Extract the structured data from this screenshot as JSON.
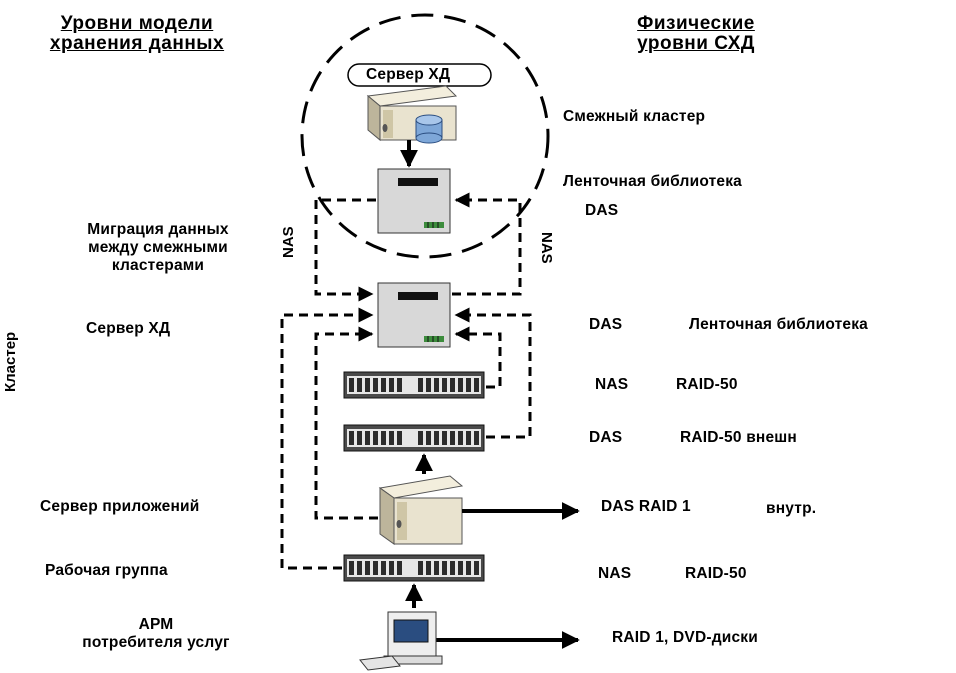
{
  "headers": {
    "left_line1": "Уровни модели",
    "left_line2": "хранения данных",
    "right_line1": "Физические",
    "right_line2": "уровни  СХД"
  },
  "top_server_label": "Сервер ХД",
  "left_labels": {
    "migration_line1": "Миграция данных",
    "migration_line2": "между смежными",
    "migration_line3": "кластерами",
    "storage_server": "Сервер ХД",
    "cluster": "Кластер",
    "app_server": "Сервер приложений",
    "workgroup": "Рабочая группа",
    "arm_line1": "АРМ",
    "arm_line2": "потребителя услуг"
  },
  "side_labels": {
    "nas_left": "NAS",
    "nas_right": "NAS"
  },
  "right_labels": {
    "adjacent_cluster": "Смежный кластер",
    "tape_library_top": "Ленточная библиотека",
    "das_top": "DAS",
    "das_row1": "DAS",
    "tape_library_row1": "Ленточная библиотека",
    "nas_row2": "NAS",
    "raid50_row2": "RAID-50",
    "das_row3": "DAS",
    "raid50_ext_row3": "RAID-50  внешн",
    "das_row4": "DAS  RAID 1",
    "internal_row4": "внутр.",
    "nas_row5": "NAS",
    "raid50_row5": "RAID-50",
    "raid1_dvd_row6": "RAID 1, DVD-диски"
  },
  "colors": {
    "line": "#000000",
    "server_body": "#e9e3cf",
    "device_body": "#d8d8d8",
    "raid_body": "#4a4a4a",
    "disk_blue": "#7ea7d8",
    "led_green": "#3c8c3c"
  }
}
